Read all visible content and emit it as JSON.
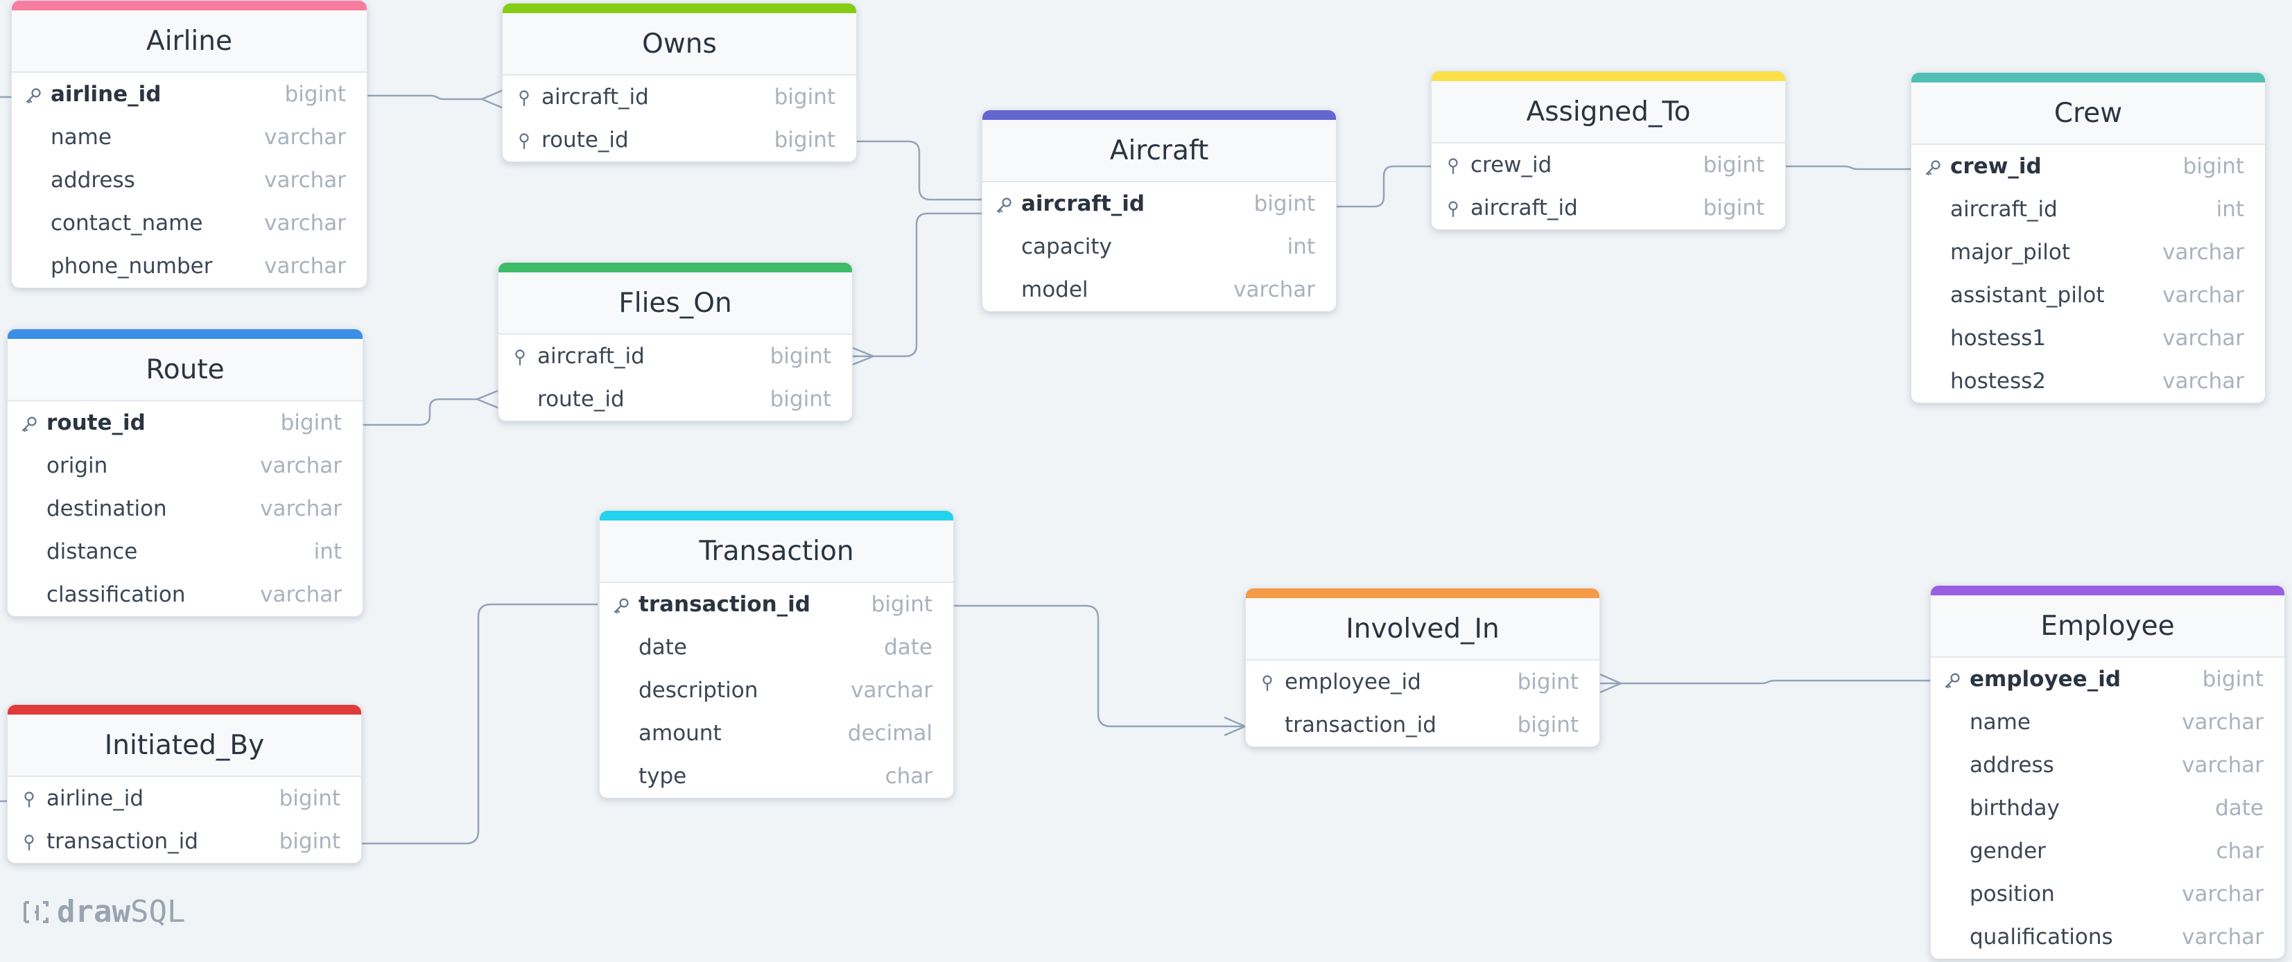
{
  "tables": {
    "airline": {
      "name": "Airline",
      "color": "#f87c9f",
      "columns": [
        {
          "name": "airline_id",
          "type": "bigint",
          "key": "pk"
        },
        {
          "name": "name",
          "type": "varchar"
        },
        {
          "name": "address",
          "type": "varchar"
        },
        {
          "name": "contact_name",
          "type": "varchar"
        },
        {
          "name": "phone_number",
          "type": "varchar"
        }
      ]
    },
    "owns": {
      "name": "Owns",
      "color": "#84cc16",
      "columns": [
        {
          "name": "aircraft_id",
          "type": "bigint",
          "key": "fk"
        },
        {
          "name": "route_id",
          "type": "bigint",
          "key": "fk"
        }
      ]
    },
    "aircraft": {
      "name": "Aircraft",
      "color": "#6366cf",
      "columns": [
        {
          "name": "aircraft_id",
          "type": "bigint",
          "key": "pk"
        },
        {
          "name": "capacity",
          "type": "int"
        },
        {
          "name": "model",
          "type": "varchar"
        }
      ]
    },
    "assigned_to": {
      "name": "Assigned_To",
      "color": "#fde047",
      "columns": [
        {
          "name": "crew_id",
          "type": "bigint",
          "key": "fk"
        },
        {
          "name": "aircraft_id",
          "type": "bigint",
          "key": "fk"
        }
      ]
    },
    "crew": {
      "name": "Crew",
      "color": "#4fc0b3",
      "columns": [
        {
          "name": "crew_id",
          "type": "bigint",
          "key": "pk"
        },
        {
          "name": "aircraft_id",
          "type": "int"
        },
        {
          "name": "major_pilot",
          "type": "varchar"
        },
        {
          "name": "assistant_pilot",
          "type": "varchar"
        },
        {
          "name": "hostess1",
          "type": "varchar"
        },
        {
          "name": "hostess2",
          "type": "varchar"
        }
      ]
    },
    "route": {
      "name": "Route",
      "color": "#3b8fe6",
      "columns": [
        {
          "name": "route_id",
          "type": "bigint",
          "key": "pk"
        },
        {
          "name": "origin",
          "type": "varchar"
        },
        {
          "name": "destination",
          "type": "varchar"
        },
        {
          "name": "distance",
          "type": "int"
        },
        {
          "name": "classification",
          "type": "varchar"
        }
      ]
    },
    "flies_on": {
      "name": "Flies_On",
      "color": "#3dbb69",
      "columns": [
        {
          "name": "aircraft_id",
          "type": "bigint",
          "key": "fk"
        },
        {
          "name": "route_id",
          "type": "bigint"
        }
      ]
    },
    "transaction": {
      "name": "Transaction",
      "color": "#22d3ee",
      "columns": [
        {
          "name": "transaction_id",
          "type": "bigint",
          "key": "pk"
        },
        {
          "name": "date",
          "type": "date"
        },
        {
          "name": "description",
          "type": "varchar"
        },
        {
          "name": "amount",
          "type": "decimal"
        },
        {
          "name": "type",
          "type": "char"
        }
      ]
    },
    "involved_in": {
      "name": "Involved_In",
      "color": "#f59a45",
      "columns": [
        {
          "name": "employee_id",
          "type": "bigint",
          "key": "fk"
        },
        {
          "name": "transaction_id",
          "type": "bigint"
        }
      ]
    },
    "employee": {
      "name": "Employee",
      "color": "#9a5fe0",
      "columns": [
        {
          "name": "employee_id",
          "type": "bigint",
          "key": "pk"
        },
        {
          "name": "name",
          "type": "varchar"
        },
        {
          "name": "address",
          "type": "varchar"
        },
        {
          "name": "birthday",
          "type": "date"
        },
        {
          "name": "gender",
          "type": "char"
        },
        {
          "name": "position",
          "type": "varchar"
        },
        {
          "name": "qualifications",
          "type": "varchar"
        }
      ]
    },
    "initiated_by": {
      "name": "Initiated_By",
      "color": "#e03b3b",
      "columns": [
        {
          "name": "airline_id",
          "type": "bigint",
          "key": "fk"
        },
        {
          "name": "transaction_id",
          "type": "bigint",
          "key": "fk"
        }
      ]
    }
  },
  "logo": {
    "draw": "draw",
    "sql": "SQL"
  },
  "relation_line_color": "#94a3b8"
}
